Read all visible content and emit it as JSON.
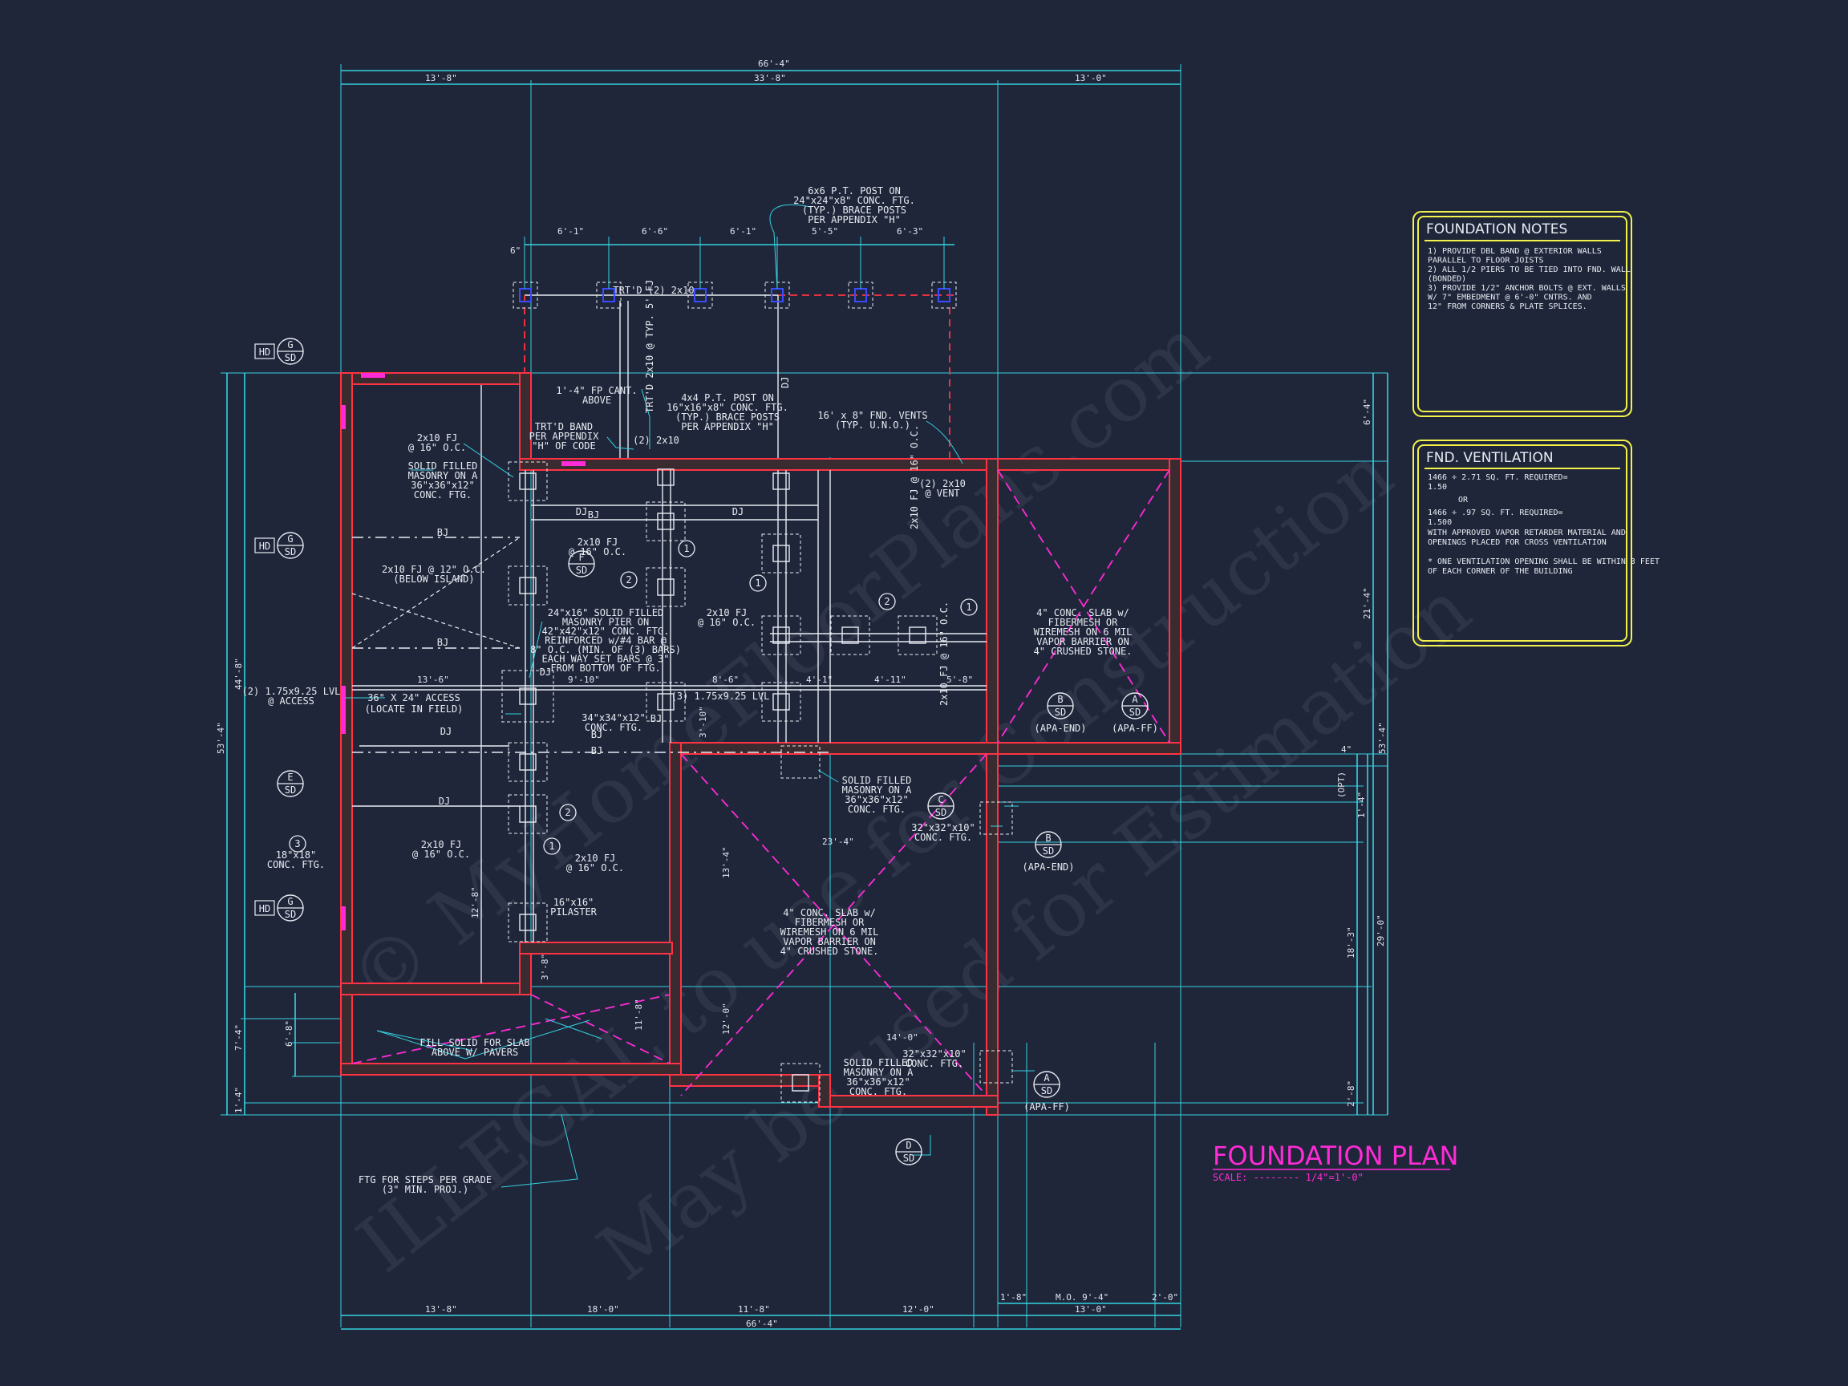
{
  "watermark": [
    "ILLEGAL to use for Construction",
    "© MyHomeFloorPlans.com",
    "May be used for Estimation"
  ],
  "title": {
    "main": "FOUNDATION PLAN",
    "scale": "SCALE: -------- 1/4\"=1'-0\""
  },
  "foundation_notes": {
    "title": "FOUNDATION NOTES",
    "lines": [
      "1) PROVIDE DBL BAND @ EXTERIOR WALLS",
      "   PARALLEL TO FLOOR JOISTS",
      "2) ALL 1/2 PIERS TO BE TIED INTO FND. WALL",
      "   (BONDED)",
      "3) PROVIDE 1/2\" ANCHOR BOLTS @ EXT. WALLS",
      "   W/ 7\" EMBEDMENT @ 6'-0\" CNTRS. AND",
      "   12\" FROM CORNERS & PLATE SPLICES."
    ]
  },
  "fnd_ventilation": {
    "title": "FND. VENTILATION",
    "lines": [
      "1466 ÷ 2.71 SQ. FT. REQUIRED=",
      "1.50",
      "OR",
      "1466 ÷ .97 SQ. FT. REQUIRED=",
      "1.500",
      "WITH APPROVED VAPOR RETARDER MATERIAL AND",
      "OPENINGS PLACED FOR CROSS VENTILATION",
      "* ONE VENTILATION OPENING SHALL BE WITHIN 3 FEET",
      "  OF EACH CORNER OF THE BUILDING"
    ]
  },
  "dimensions": {
    "top_overall": "66'-4\"",
    "top_left": "13'-8\"",
    "top_mid": "33'-8\"",
    "top_right": "13'-0\"",
    "porch": [
      "6\"",
      "6'-1\"",
      "6'-6\"",
      "6'-1\"",
      "5'-5\"",
      "6'-3\""
    ],
    "bottom_segments": [
      "13'-8\"",
      "18'-0\"",
      "11'-8\"",
      "12'-0\"",
      "1'-8\"",
      "M.O. 9'-4\"",
      "2'-0\""
    ],
    "bottom_right": "13'-0\"",
    "bottom_overall": "66'-4\"",
    "left_overall": "53'-4\"",
    "left_mid": "44'-8\"",
    "left_small_1": "7'-4\"",
    "left_small_2": "1'-4\"",
    "left_inner": "6'-8\"",
    "right_top": "6'-4\"",
    "right_mid": "21'-4\"",
    "right_overall": "53'-4\"",
    "right_29": "29'-0\"",
    "right_18": "18'-3\"",
    "right_opt": "(OPT)",
    "right_28": "2'-8\"",
    "right_4": "4\"",
    "right_14": "1'-4\""
  },
  "interior_dims": [
    "13'-6\"",
    "9'-10\"",
    "8'-6\"",
    "4'-1\"",
    "4'-11\"",
    "5'-8\"",
    "23'-4\"",
    "14'-0\"",
    "3'-10\"",
    "12'-8\"",
    "11'-8\"",
    "13'-4\"",
    "12'-0\"",
    "3'-8\""
  ],
  "annotations": {
    "post6x6": [
      "6x6 P.T. POST ON",
      "24\"x24\"x8\" CONC. FTG.",
      "(TYP.) BRACE POSTS",
      "PER APPENDIX \"H\""
    ],
    "trtd_top": "TRT'D (2) 2x10",
    "trtd_vert": "TRT'D 2x10 @ TYP. 5' FJ",
    "cant": [
      "1'-4\" FP CANT.",
      "ABOVE"
    ],
    "post4x4": [
      "4x4 P.T. POST ON",
      "16\"x16\"x8\" CONC. FTG.",
      "(TYP.) BRACE POSTS",
      "PER APPENDIX \"H\""
    ],
    "vents": [
      "16' x 8\" FND. VENTS",
      "(TYP. U.N.O.)"
    ],
    "trtd_band": [
      "TRT'D BAND",
      "PER APPENDIX",
      "\"H\" OF CODE"
    ],
    "two_x10_tag": "(2) 2x10",
    "fj1": [
      "2x10 FJ",
      "@ 16\" O.C."
    ],
    "solid1": [
      "SOLID FILLED",
      "MASONRY ON A",
      "36\"x36\"x12\"",
      "CONC. FTG."
    ],
    "vent_tag": [
      "(2) 2x10",
      "@ VENT"
    ],
    "fj_center": [
      "2x10 FJ",
      "@ 16\" O.C."
    ],
    "fj12": [
      "2x10 FJ @ 12\" O.C.",
      "(BELOW ISLAND)"
    ],
    "pier24": [
      "24\"x16\" SOLID FILLED",
      "MASONRY PIER ON",
      "42\"x42\"x12\" CONC. FTG.",
      "REINFORCED w/#4 BAR @",
      "8\" O.C. (MIN. OF (3) BARS)",
      "EACH WAY SET BARS @ 3\"",
      "FROM BOTTOM OF FTG."
    ],
    "fj_mid": [
      "2x10 FJ",
      "@ 16\" O.C."
    ],
    "slab_top": [
      "4\" CONC. SLAB w/",
      "FIBERMESH OR",
      "WIREMESH ON 6 MIL",
      "VAPOR BARRIER ON",
      "4\" CRUSHED STONE."
    ],
    "lvl_left": [
      "(2) 1.75x9.25 LVL",
      "@ ACCESS"
    ],
    "access": [
      "36\" X 24\" ACCESS",
      "(LOCATE IN FIELD)"
    ],
    "lvl_mid": "(3) 1.75x9.25 LVL",
    "ftg34": [
      "34\"x34\"x12\"",
      "CONC. FTG."
    ],
    "solid2": [
      "SOLID FILLED",
      "MASONRY ON A",
      "36\"x36\"x12\"",
      "CONC. FTG."
    ],
    "ftg32a": [
      "32\"x32\"x10\"",
      "CONC. FTG."
    ],
    "ftg18": [
      "18\"x18\"",
      "CONC. FTG."
    ],
    "fj_low": [
      "2x10 FJ",
      "@ 16\" O.C."
    ],
    "fj_low2": [
      "2x10 FJ",
      "@ 16\" O.C."
    ],
    "pilaster": [
      "16\"x16\"",
      "PILASTER"
    ],
    "slab_mid": [
      "4\" CONC. SLAB w/",
      "FIBERMESH OR",
      "WIREMESH ON 6 MIL",
      "VAPOR BARRIER ON",
      "4\" CRUSHED STONE."
    ],
    "fill": [
      "FILL SOLID FOR SLAB",
      "ABOVE W/ PAVERS"
    ],
    "solid3": [
      "SOLID FILLED",
      "MASONRY ON A",
      "36\"x36\"x12\"",
      "CONC. FTG."
    ],
    "ftg32b": [
      "32\"x32\"x10\"",
      "CONC. FTG."
    ],
    "steps": [
      "FTG FOR STEPS PER GRADE",
      "(3\" MIN. PROJ.)"
    ],
    "dj": "DJ",
    "bj": "BJ",
    "dim_2x10fj": "2x10 FJ @ 16\" O.C."
  },
  "section_tags": [
    {
      "top": "G",
      "bot": "SD",
      "hd": "HD"
    },
    {
      "top": "G",
      "bot": "SD",
      "hd": "HD"
    },
    {
      "top": "G",
      "bot": "SD",
      "hd": "HD"
    },
    {
      "top": "F",
      "bot": "SD"
    },
    {
      "top": "E",
      "bot": "SD"
    },
    {
      "top": "B",
      "bot": "SD",
      "sub": "(APA-END)"
    },
    {
      "top": "A",
      "bot": "SD",
      "sub": "(APA-FF)"
    },
    {
      "top": "C",
      "bot": "SD"
    },
    {
      "top": "B",
      "bot": "SD",
      "sub": "(APA-END)"
    },
    {
      "top": "A",
      "bot": "SD",
      "sub": "(APA-FF)"
    },
    {
      "top": "D",
      "bot": "SD"
    }
  ],
  "callouts": [
    "1",
    "2",
    "3"
  ]
}
